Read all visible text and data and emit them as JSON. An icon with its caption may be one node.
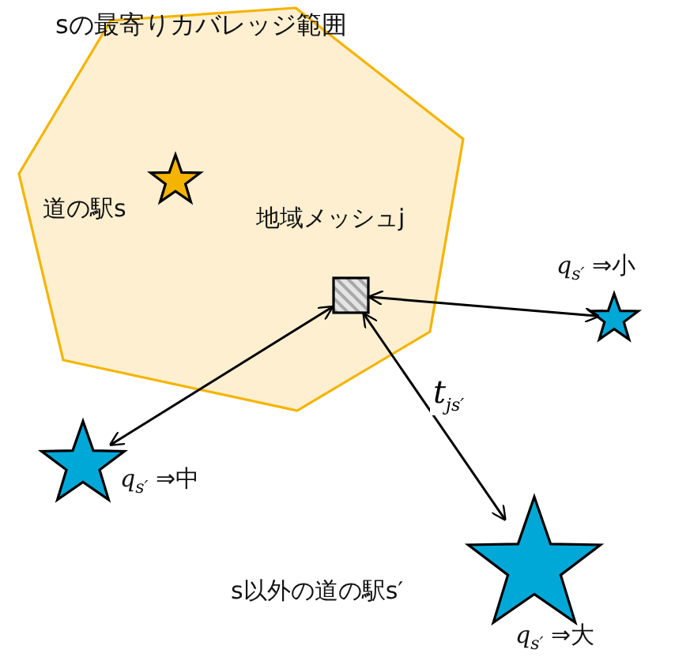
{
  "diagram": {
    "nodes": [
      {
        "text": [
          "sの最寄りカバレッジ範囲"
        ]
      },
      {
        "text": [],
        "shape": "star",
        "in": 0,
        "beside": [
          "道の駅s"
        ]
      },
      {
        "text": [],
        "shape": "box",
        "in": 0,
        "beside": [
          "地域メッシュj"
        ]
      },
      {
        "text": [],
        "shape": "star",
        "beside": [
          "*q*$_{s′}$ ⇒小"
        ]
      },
      {
        "text": [],
        "shape": "star",
        "beside": [
          "*q*$_{s′}$ ⇒中"
        ]
      },
      {
        "text": [],
        "shape": "star",
        "beside": [
          "s以外の道の駅s′",
          "*q*$_{s′}$ ⇒大"
        ]
      }
    ],
    "edges": [
      {
        "from": 2,
        "to": 3,
        "arrow": "both"
      },
      {
        "from": 2,
        "to": 4,
        "arrow": "both"
      },
      {
        "from": 2,
        "to": 5,
        "arrow": "both",
        "label": "*t*$_{js′}$"
      }
    ]
  }
}
